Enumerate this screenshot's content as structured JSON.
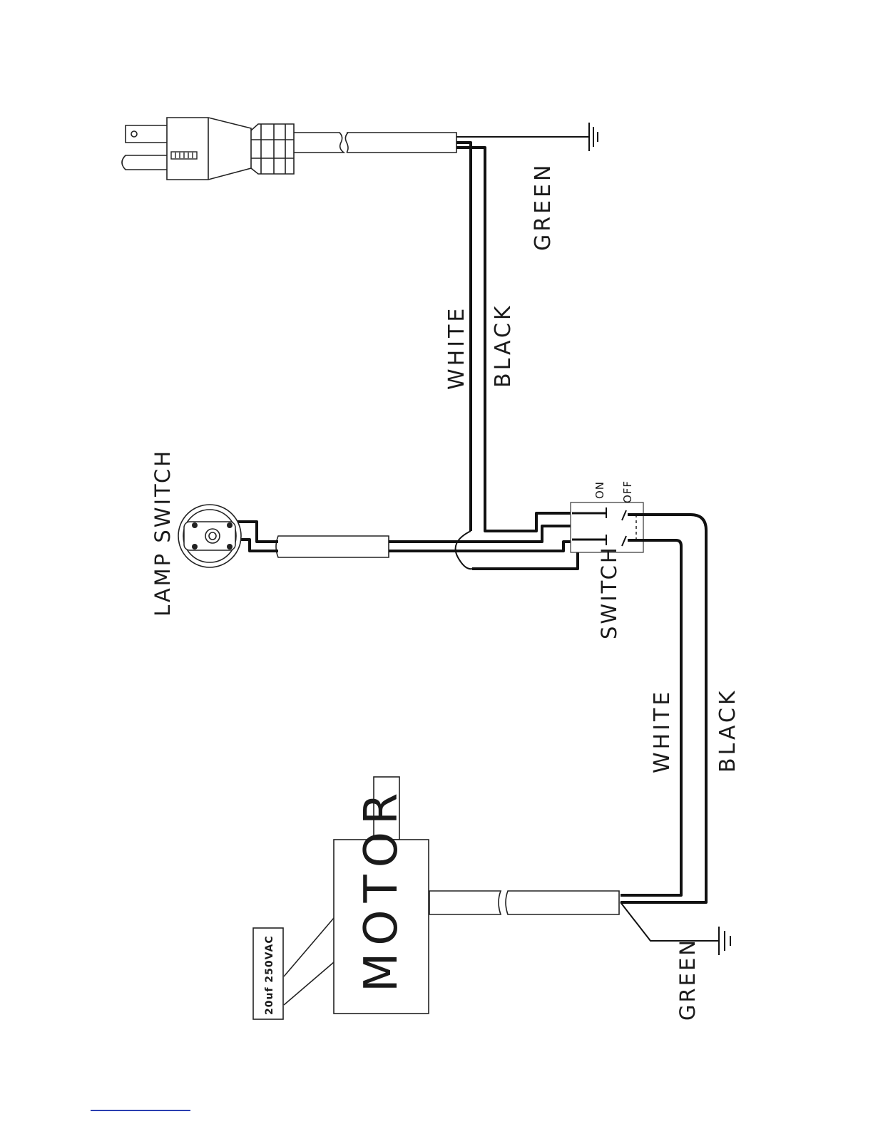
{
  "diagram": {
    "labels": {
      "lamp_switch": "LAMP SWITCH",
      "switch": "SWITCH",
      "on": "ON",
      "off": "OFF",
      "upper_white": "WHITE",
      "upper_black": "BLACK",
      "upper_green": "GREEN",
      "lower_white": "WHITE",
      "lower_black": "BLACK",
      "lower_green": "GREEN",
      "motor": "MOTOR",
      "capacitor": "20uf 250VAC"
    },
    "colors": {
      "ink": "#111111",
      "footer_rule": "#2a3fb0"
    }
  }
}
